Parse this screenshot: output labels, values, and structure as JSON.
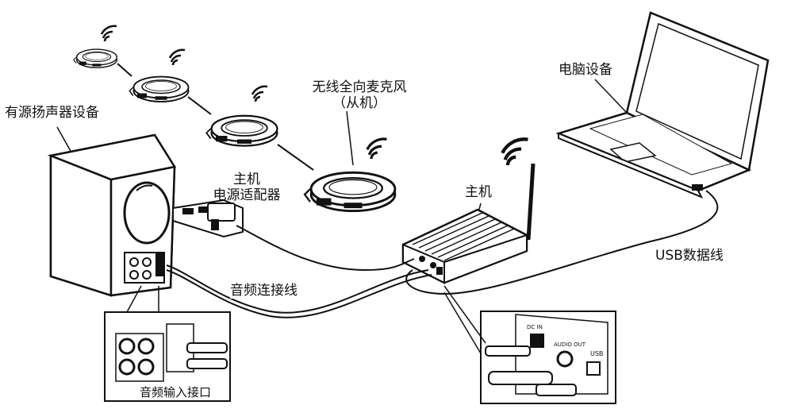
{
  "labels": {
    "speaker": "有源扬声器设备",
    "mic_line1": "无线全向麦克风",
    "mic_line2": "（从机）",
    "computer": "电脑设备",
    "adapter_line1": "主机",
    "adapter_line2": "电源适配器",
    "host": "主机",
    "usb_cable": "USB数据线",
    "audio_cable": "音频连接线",
    "audio_input": "音频输入接口"
  },
  "panel_text": {
    "dc_in": "DC IN",
    "audio_out": "AUDIO OUT",
    "usb": "USB"
  },
  "colors": {
    "line": "#111111",
    "background": "#ffffff"
  }
}
